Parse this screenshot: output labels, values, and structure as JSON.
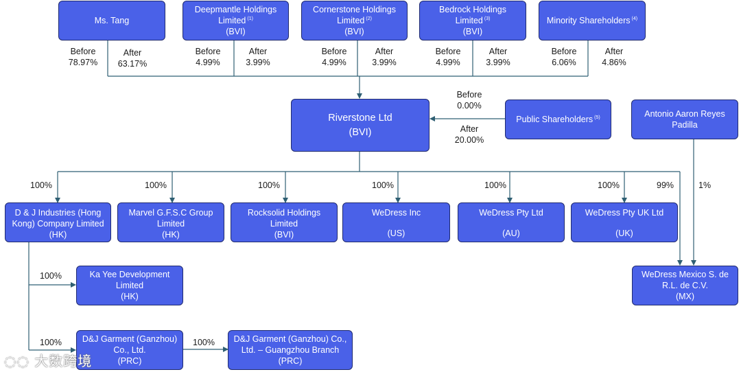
{
  "top": [
    {
      "name": "Ms. Tang",
      "sup": "",
      "country": "",
      "before": "78.97%",
      "after": "63.17%"
    },
    {
      "name": "Deepmantle Holdings Limited",
      "sup": "(1)",
      "country": "(BVI)",
      "before": "4.99%",
      "after": "3.99%"
    },
    {
      "name": "Cornerstone Holdings Limited",
      "sup": "(2)",
      "country": "(BVI)",
      "before": "4.99%",
      "after": "3.99%"
    },
    {
      "name": "Bedrock Holdings Limited",
      "sup": "(3)",
      "country": "(BVI)",
      "before": "4.99%",
      "after": "3.99%"
    },
    {
      "name": "Minority Shareholders",
      "sup": "(4)",
      "country": "",
      "before": "6.06%",
      "after": "4.86%"
    }
  ],
  "labels": {
    "before": "Before",
    "after": "After"
  },
  "center": {
    "name": "Riverstone Ltd",
    "country": "(BVI)"
  },
  "public": {
    "name": "Public Shareholders",
    "sup": "(5)",
    "before": "0.00%",
    "after": "20.00%"
  },
  "antonio": {
    "name": "Antonio Aaron Reyes Padilla",
    "pct": "1%"
  },
  "subs": [
    {
      "name": "D & J Industries (Hong Kong) Company Limited",
      "country": "(HK)",
      "pct": "100%"
    },
    {
      "name": "Marvel G.F.S.C Group Limited",
      "country": "(HK)",
      "pct": "100%"
    },
    {
      "name": "Rocksolid Holdings Limited",
      "country": "(BVI)",
      "pct": "100%"
    },
    {
      "name": "WeDress Inc",
      "country": "(US)",
      "pct": "100%"
    },
    {
      "name": "WeDress Pty Ltd",
      "country": "(AU)",
      "pct": "100%"
    },
    {
      "name": "WeDress Pty UK Ltd",
      "country": "(UK)",
      "pct": "100%"
    }
  ],
  "mexico": {
    "name": "WeDress Mexico S. de R.L. de C.V.",
    "country": "(MX)",
    "pct_riverstone": "99%"
  },
  "kayee": {
    "name": "Ka Yee Development Limited",
    "country": "(HK)",
    "pct": "100%"
  },
  "garment": {
    "name": "D&J Garment (Ganzhou) Co., Ltd.",
    "country": "(PRC)",
    "pct": "100%"
  },
  "branch": {
    "name": "D&J Garment (Ganzhou) Co., Ltd. – Guangzhou Branch",
    "country": "(PRC)",
    "pct": "100%"
  },
  "watermark": "大数跨境",
  "colors": {
    "box": "#4a61e8",
    "border": "#1f2a6e",
    "line": "#2f5f73"
  }
}
